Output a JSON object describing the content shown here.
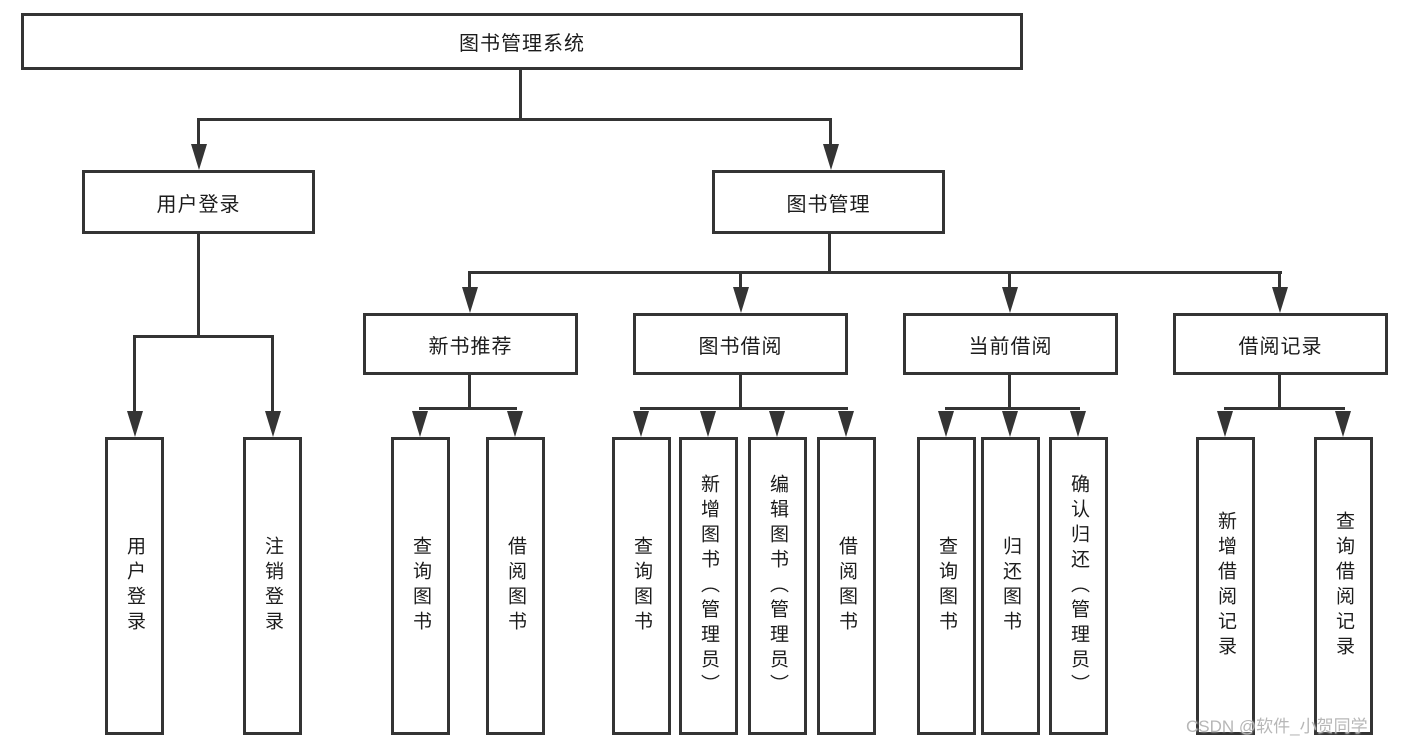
{
  "diagram": {
    "root": {
      "label": "图书管理系统"
    },
    "level2": [
      {
        "label": "用户登录"
      },
      {
        "label": "图书管理"
      }
    ],
    "level3": [
      {
        "label": "新书推荐"
      },
      {
        "label": "图书借阅"
      },
      {
        "label": "当前借阅"
      },
      {
        "label": "借阅记录"
      }
    ],
    "leaves": {
      "user_login": [
        "用户登录",
        "注销登录"
      ],
      "new_book": [
        "查询图书",
        "借阅图书"
      ],
      "borrow": [
        "查询图书",
        "新增图书（管理员）",
        "编辑图书（管理员）",
        "借阅图书"
      ],
      "current": [
        "查询图书",
        "归还图书",
        "确认归还（管理员）"
      ],
      "records": [
        "新增借阅记录",
        "查询借阅记录"
      ]
    }
  },
  "watermark": "CSDN @软件_小贺同学",
  "colors": {
    "line": "#343434",
    "text": "#1c1c1c",
    "watermark": "#b7b7b7",
    "background": "#ffffff"
  }
}
